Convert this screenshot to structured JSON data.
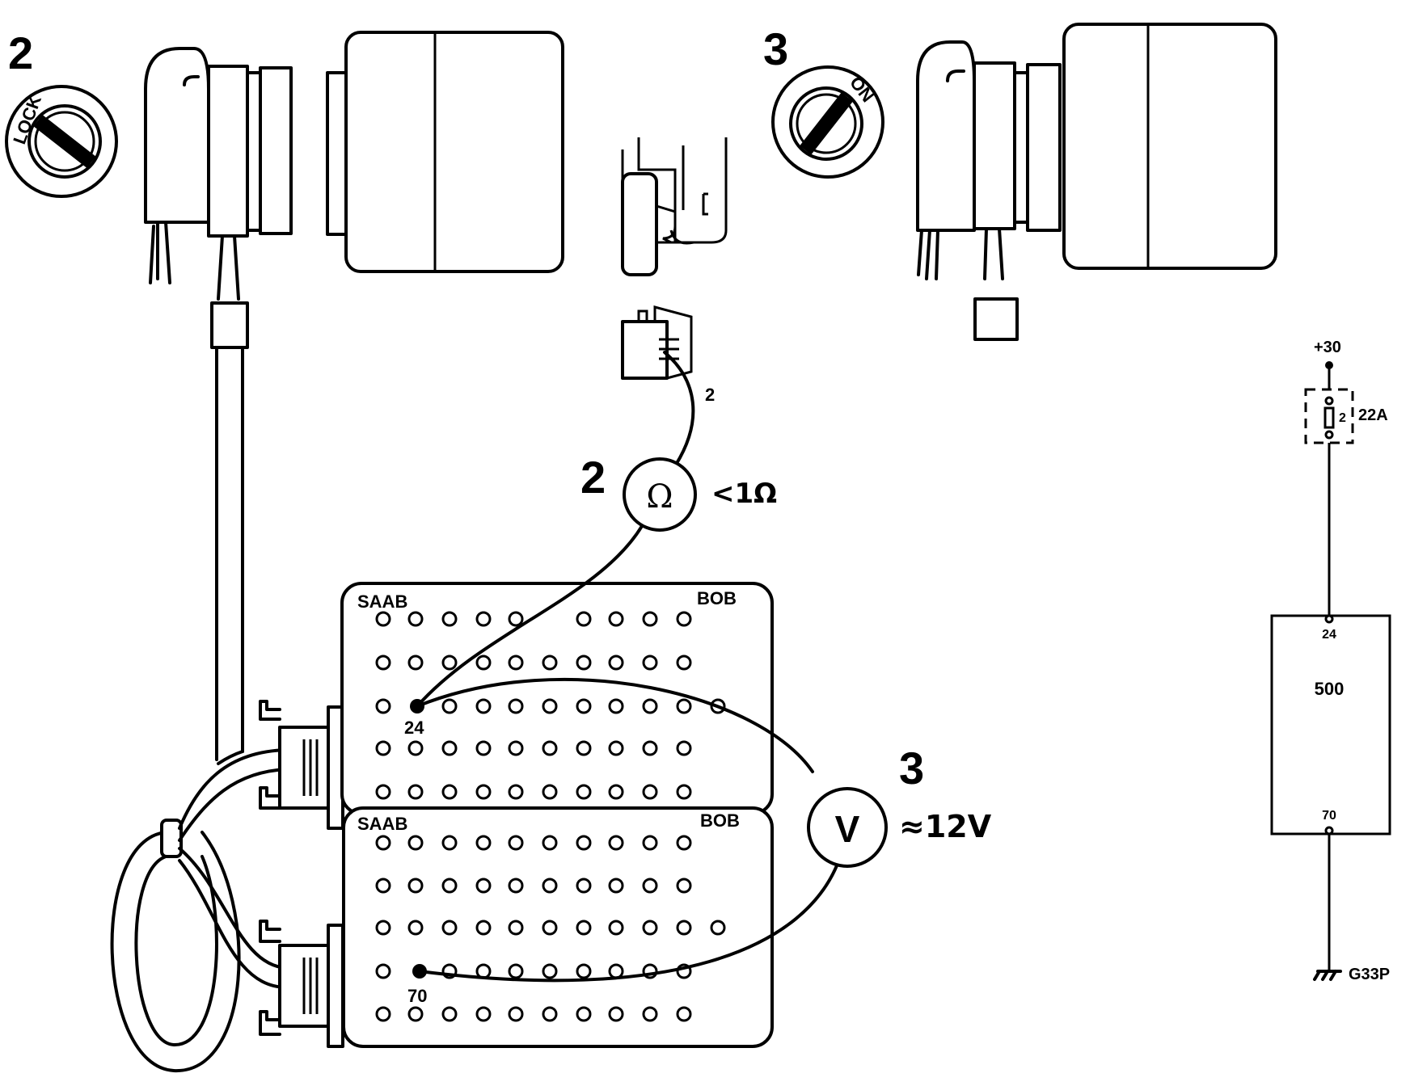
{
  "step_labels": {
    "left_scene": "2",
    "right_scene": "3",
    "ohmmeter_step": "2",
    "voltmeter_step": "3"
  },
  "ignition": {
    "lock_label": "LOCK",
    "on_label": "ON"
  },
  "connector_pin_label": "2",
  "ohmmeter": {
    "symbol": "Ω",
    "reading": "<1Ω"
  },
  "voltmeter": {
    "symbol": "V",
    "reading": "≈12V"
  },
  "breakout_boxes": [
    {
      "brand": "SAAB",
      "model": "BOB"
    },
    {
      "brand": "SAAB",
      "model": "BOB"
    }
  ],
  "probe_pins": {
    "upper": "24",
    "lower": "70"
  },
  "schematic": {
    "supply": "+30",
    "fuse_number": "2",
    "fuse_rating": "22A",
    "pin_in": "24",
    "module": "500",
    "pin_out": "70",
    "ground": "G33P"
  }
}
